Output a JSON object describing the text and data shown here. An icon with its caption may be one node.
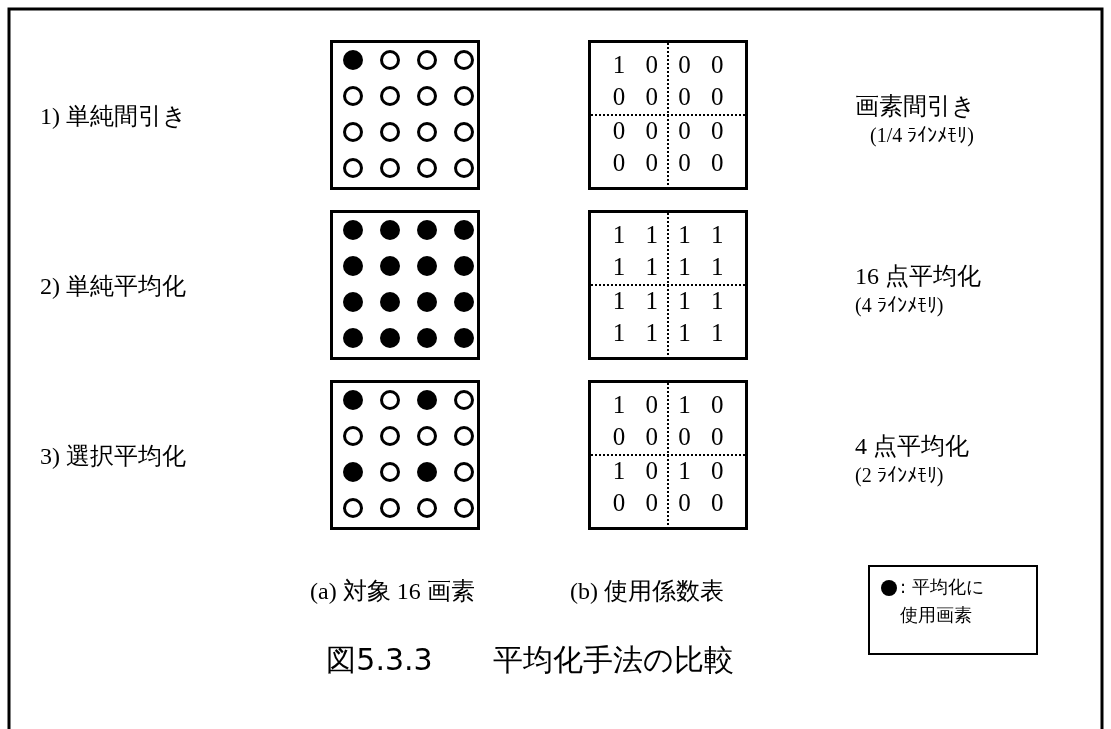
{
  "diagram": {
    "caption": "図5.3.3　　平均化手法の比較",
    "nodes": [
      {
        "text": [],
        "shape": "box"
      },
      {
        "text": [
          "1 0 0 0",
          "0 0 0 0",
          "0 0 0 0",
          "0 0 0 0"
        ]
      },
      {
        "text": [],
        "shape": "box"
      },
      {
        "text": [
          "1 1 1 1",
          "1 1 1 1",
          "1 1 1 1",
          "1 1 1 1"
        ]
      },
      {
        "text": [],
        "shape": "box"
      },
      {
        "text": [
          "1 0 1 0",
          "0 0 0 0",
          "1 0 1 0",
          "0 0 0 0"
        ]
      }
    ],
    "edges": [],
    "labels": [
      "1) 単純間引き",
      "画素間引き",
      "(1/4 ﾗｲﾝﾒﾓﾘ)",
      "2) 単純平均化",
      "16 点平均化",
      "(4 ﾗｲﾝﾒﾓﾘ)",
      "3) 選択平均化",
      "4 点平均化",
      "(2 ﾗｲﾝﾒﾓﾘ)",
      "(a) 対象 16 画素",
      "(b) 使用係数表"
    ],
    "legend": [
      {
        "text": ": 平均化に使用画素"
      }
    ]
  }
}
